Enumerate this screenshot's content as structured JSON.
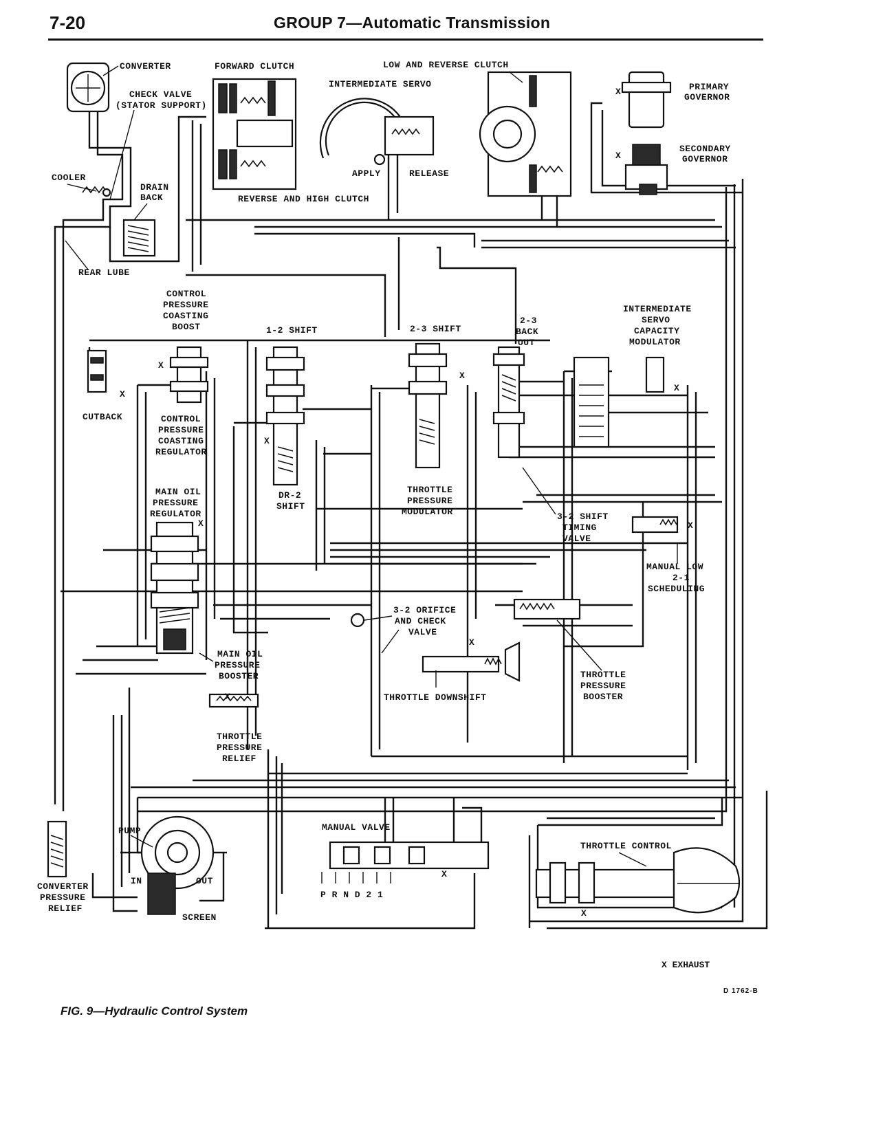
{
  "header": {
    "page_number": "7-20",
    "title": "GROUP 7—Automatic Transmission"
  },
  "labels": {
    "converter": "CONVERTER",
    "forward_clutch": "FORWARD CLUTCH",
    "low_reverse_clutch": "LOW AND REVERSE CLUTCH",
    "intermediate_servo": "INTERMEDIATE SERVO",
    "primary_governor_1": "PRIMARY",
    "primary_governor_2": "GOVERNOR",
    "check_valve_1": "CHECK VALVE",
    "check_valve_2": "(STATOR SUPPORT)",
    "secondary_governor_1": "SECONDARY",
    "secondary_governor_2": "GOVERNOR",
    "apply": "APPLY",
    "release": "RELEASE",
    "cooler": "COOLER",
    "drain_back_1": "DRAIN",
    "drain_back_2": "BACK",
    "reverse_high_clutch": "REVERSE AND HIGH CLUTCH",
    "rear_lube": "REAR LUBE",
    "cpcb_1": "CONTROL",
    "cpcb_2": "PRESSURE",
    "cpcb_3": "COASTING",
    "cpcb_4": "BOOST",
    "shift_12": "1-2 SHIFT",
    "shift_23": "2-3 SHIFT",
    "backout_1": "2-3",
    "backout_2": "BACK",
    "backout_3": "OUT",
    "isc_1": "INTERMEDIATE",
    "isc_2": "SERVO",
    "isc_3": "CAPACITY",
    "isc_4": "MODULATOR",
    "cutback": "CUTBACK",
    "cpcr_1": "CONTROL",
    "cpcr_2": "PRESSURE",
    "cpcr_3": "COASTING",
    "cpcr_4": "REGULATOR",
    "mopr_1": "MAIN OIL",
    "mopr_2": "PRESSURE",
    "mopr_3": "REGULATOR",
    "dr2_1": "DR-2",
    "dr2_2": "SHIFT",
    "tpm_1": "THROTTLE",
    "tpm_2": "PRESSURE",
    "tpm_3": "MODULATOR",
    "timing_1": "3-2 SHIFT",
    "timing_2": "TIMING",
    "timing_3": "VALVE",
    "manual_low_1": "MANUAL LOW",
    "manual_low_2": "2-1",
    "manual_low_3": "SCHEDULING",
    "orifice_1": "3-2 ORIFICE",
    "orifice_2": "AND CHECK",
    "orifice_3": "VALVE",
    "mopb_1": "MAIN OIL",
    "mopb_2": "PRESSURE",
    "mopb_3": "BOOSTER",
    "throttle_downshift": "THROTTLE DOWNSHIFT",
    "tpb_1": "THROTTLE",
    "tpb_2": "PRESSURE",
    "tpb_3": "BOOSTER",
    "tpr_1": "THROTTLE",
    "tpr_2": "PRESSURE",
    "tpr_3": "RELIEF",
    "pump": "PUMP",
    "manual_valve": "MANUAL VALVE",
    "throttle_control": "THROTTLE CONTROL",
    "in": "IN",
    "out": "OUT",
    "prnd21": "P R N D 2 1",
    "cpr_1": "CONVERTER",
    "cpr_2": "PRESSURE",
    "cpr_3": "RELIEF",
    "screen": "SCREEN",
    "exhaust_mark": "X"
  },
  "legend": {
    "exhaust": "X  EXHAUST"
  },
  "drawing_code": "D 1762-B",
  "caption": "FIG. 9—Hydraulic Control System"
}
